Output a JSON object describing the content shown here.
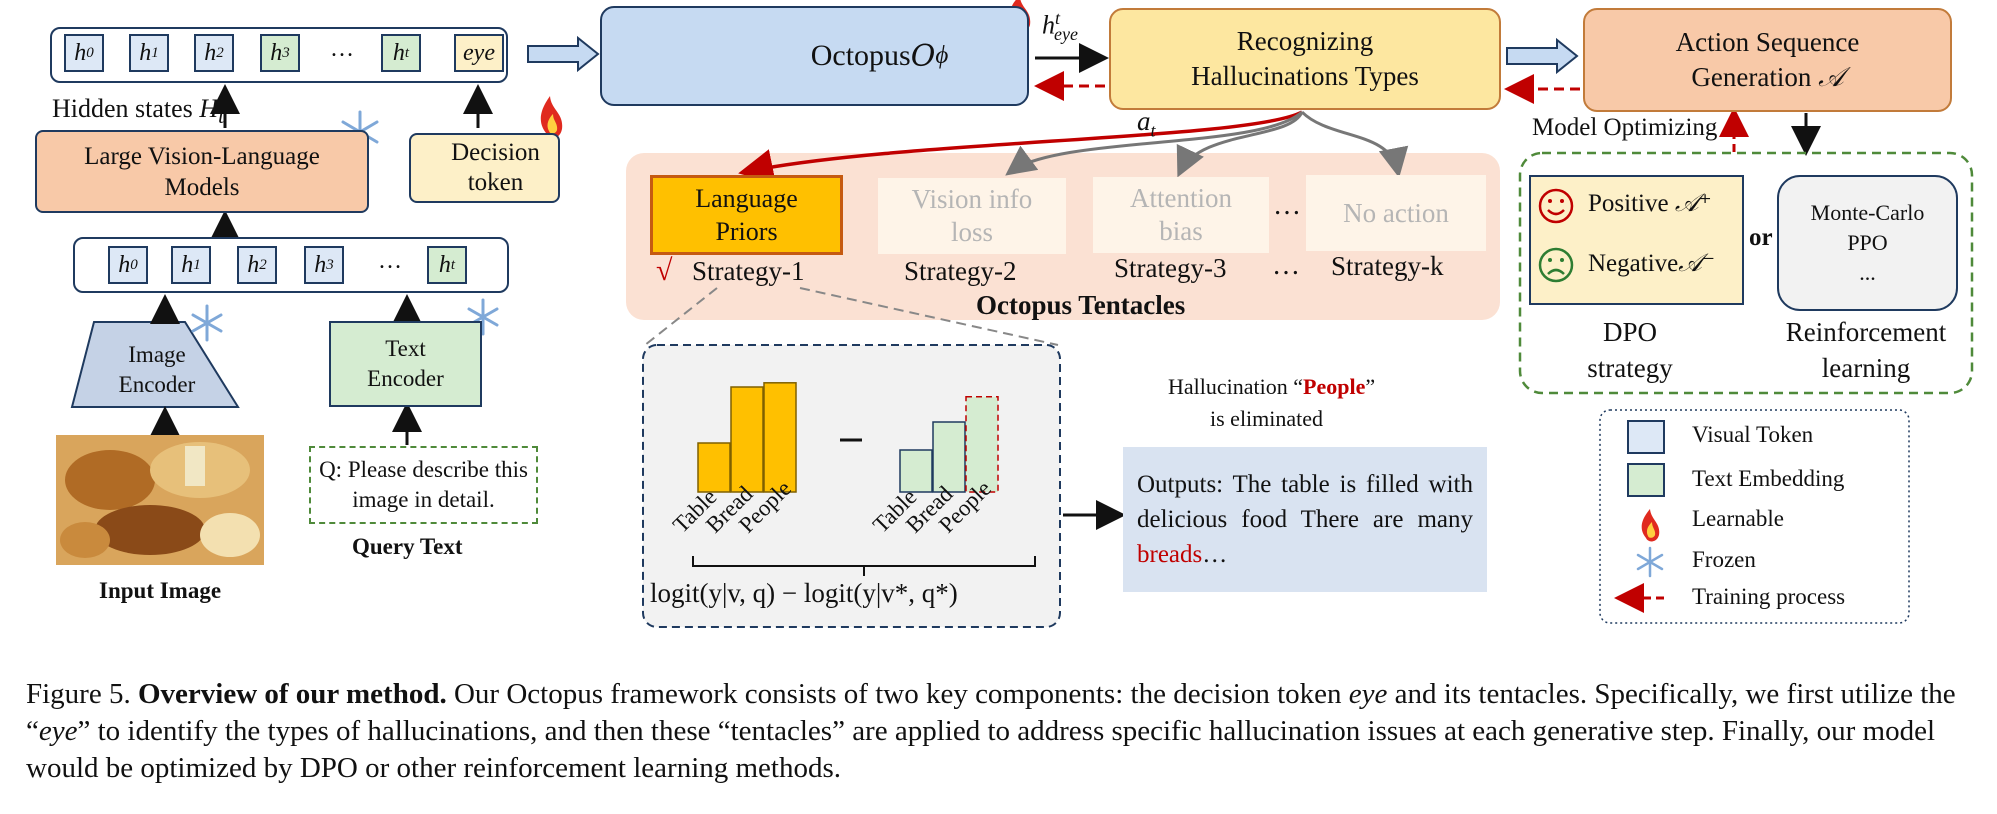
{
  "hidden_tokens": [
    "h",
    "h",
    "h",
    "h",
    "…",
    "h",
    "eye"
  ],
  "hidden_subs": [
    "0",
    "1",
    "2",
    "3",
    "",
    "t",
    ""
  ],
  "input_tokens": [
    "h",
    "h",
    "h",
    "h",
    "…",
    "h"
  ],
  "input_subs": [
    "0",
    "1",
    "2",
    "3",
    "",
    "t"
  ],
  "labels": {
    "hidden_states": "Hidden states ",
    "hidden_states_math": "H",
    "hidden_states_sub": "t",
    "lvlm": "Large Vision-Language Models",
    "decision_token_line1": "Decision",
    "decision_token_line2": "token",
    "image_encoder_line1": "Image",
    "image_encoder_line2": "Encoder",
    "text_encoder_line1": "Text",
    "text_encoder_line2": "Encoder",
    "query_text_box": "Q: Please describe this image in detail.",
    "query_text": "Query Text",
    "input_image": "Input Image",
    "octopus": "Octopus ",
    "octopus_math": "O",
    "octopus_sub": "ϕ",
    "h_eye": "h",
    "h_eye_sub": "eye",
    "h_eye_sup": "t",
    "recognizing_line1": "Recognizing",
    "recognizing_line2": "Hallucinations Types",
    "action_line1": "Action Sequence",
    "action_line2": "Generation ",
    "action_math": "𝒜",
    "a_t": "a",
    "a_t_sub": "t",
    "model_optimizing": "Model Optimizing",
    "language_priors_line1": "Language",
    "language_priors_line2": "Priors",
    "vision_info_line1": "Vision info",
    "vision_info_line2": "loss",
    "attention_line1": "Attention",
    "attention_line2": "bias",
    "no_action": "No action",
    "ellipsis": "…",
    "check": "√",
    "strategy_1": "Strategy-1",
    "strategy_2": "Strategy-2",
    "strategy_3": "Strategy-3",
    "strategy_k": "Strategy-k",
    "octopus_tentacles": "Octopus Tentacles",
    "minus": "–",
    "bar_labels_left": [
      "Table",
      "Bread",
      "People"
    ],
    "bar_labels_right": [
      "Table",
      "Bread",
      "People"
    ],
    "logit_formula": "logit(y|v, q) − logit(y|v*, q*)",
    "hallucination_prefix": "Hallucination “",
    "hallucination_word": "People",
    "hallucination_suffix": "”",
    "is_eliminated": "is eliminated",
    "outputs_text": "Outputs: The table is filled with delicious food There are many ",
    "outputs_red": "breads",
    "outputs_end": "…",
    "positive": "Positive ",
    "negative": "Negative",
    "a_plus": "𝒜⁺",
    "a_minus": "𝒜⁻",
    "or": "or",
    "mc_line1": "Monte-Carlo",
    "mc_line2": "PPO",
    "mc_line3": "...",
    "dpo_line1": "DPO",
    "dpo_line2": "strategy",
    "rl_line1": "Reinforcement",
    "rl_line2": "learning"
  },
  "legend": {
    "visual_token": "Visual Token",
    "text_embedding": "Text Embedding",
    "learnable": "Learnable",
    "frozen": "Frozen",
    "training_process": "Training process"
  },
  "caption": {
    "fig": "Figure 5. ",
    "bold": "Overview of our method.",
    "p1": " Our Octopus framework consists of two key components: the decision token ",
    "eye1": "eye",
    "p2": " and its tentacles. Specifically, we first utilize the “",
    "eye2": "eye",
    "p3": "” to identify the types of hallucinations, and then these “tentacles” are applied to address specific hallucination issues at each generative step. Finally, our model would be optimized by DPO or other reinforcement learning methods."
  },
  "bars": {
    "left_values": [
      0.35,
      0.75,
      0.78
    ],
    "right_values": [
      0.3,
      0.5,
      0.68
    ]
  },
  "colors": {
    "visual_token": "#dde8f6",
    "text_token": "#d5ecd1",
    "orange_box": "#f8c9a8",
    "octopus_box": "#c6daf2",
    "yellow_box": "#fde7a0",
    "gold": "#ffc000",
    "red": "#c00000",
    "tentacle_bg": "#fbe1d3",
    "green_border": "#4f8a3a",
    "output_bg": "#d9e3f1"
  }
}
